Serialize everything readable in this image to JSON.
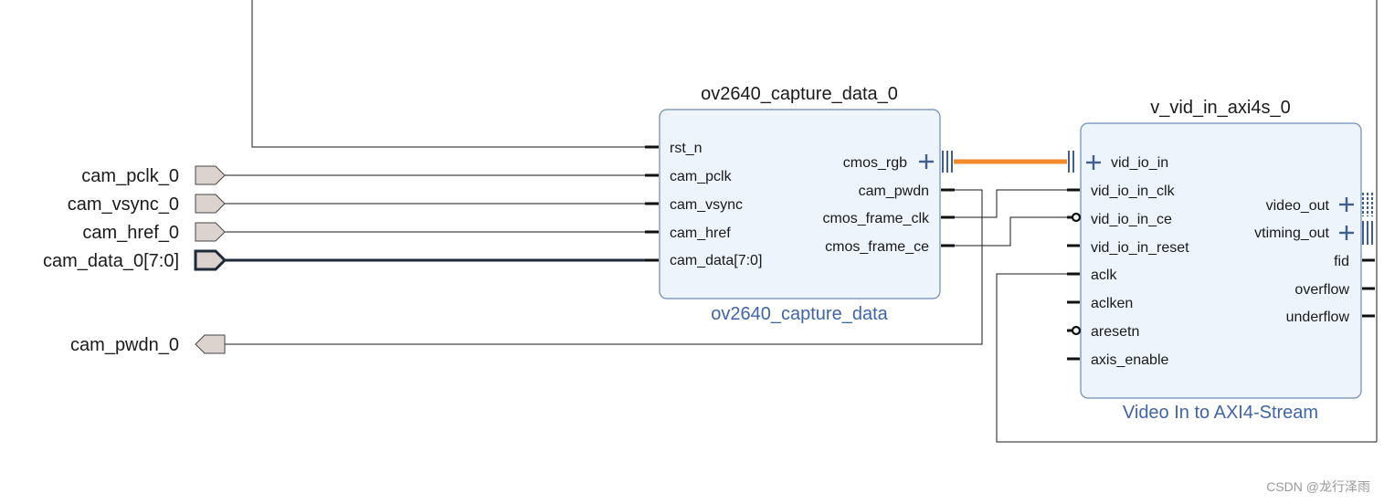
{
  "blocks": {
    "capture": {
      "instance_name": "ov2640_capture_data_0",
      "module_name": "ov2640_capture_data",
      "inputs": [
        "rst_n",
        "cam_pclk",
        "cam_vsync",
        "cam_href",
        "cam_data[7:0]"
      ],
      "outputs": [
        "cmos_rgb",
        "cam_pwdn",
        "cmos_frame_clk",
        "cmos_frame_ce"
      ]
    },
    "vid_in": {
      "instance_name": "v_vid_in_axi4s_0",
      "module_name": "Video In to AXI4-Stream",
      "inputs": [
        "vid_io_in",
        "vid_io_in_clk",
        "vid_io_in_ce",
        "vid_io_in_reset",
        "aclk",
        "aclken",
        "aresetn",
        "axis_enable"
      ],
      "outputs": [
        "video_out",
        "vtiming_out",
        "fid",
        "overflow",
        "underflow"
      ]
    }
  },
  "external_ports": {
    "inputs": [
      "cam_pclk_0",
      "cam_vsync_0",
      "cam_href_0",
      "cam_data_0[7:0]"
    ],
    "outputs": [
      "cam_pwdn_0"
    ]
  },
  "watermark": "CSDN @龙行泽雨",
  "colors": {
    "block_fill": "#eef4fc",
    "block_border": "#6d8ab8",
    "interface_net": "#f08a2a",
    "module_label": "#3f64a8"
  }
}
